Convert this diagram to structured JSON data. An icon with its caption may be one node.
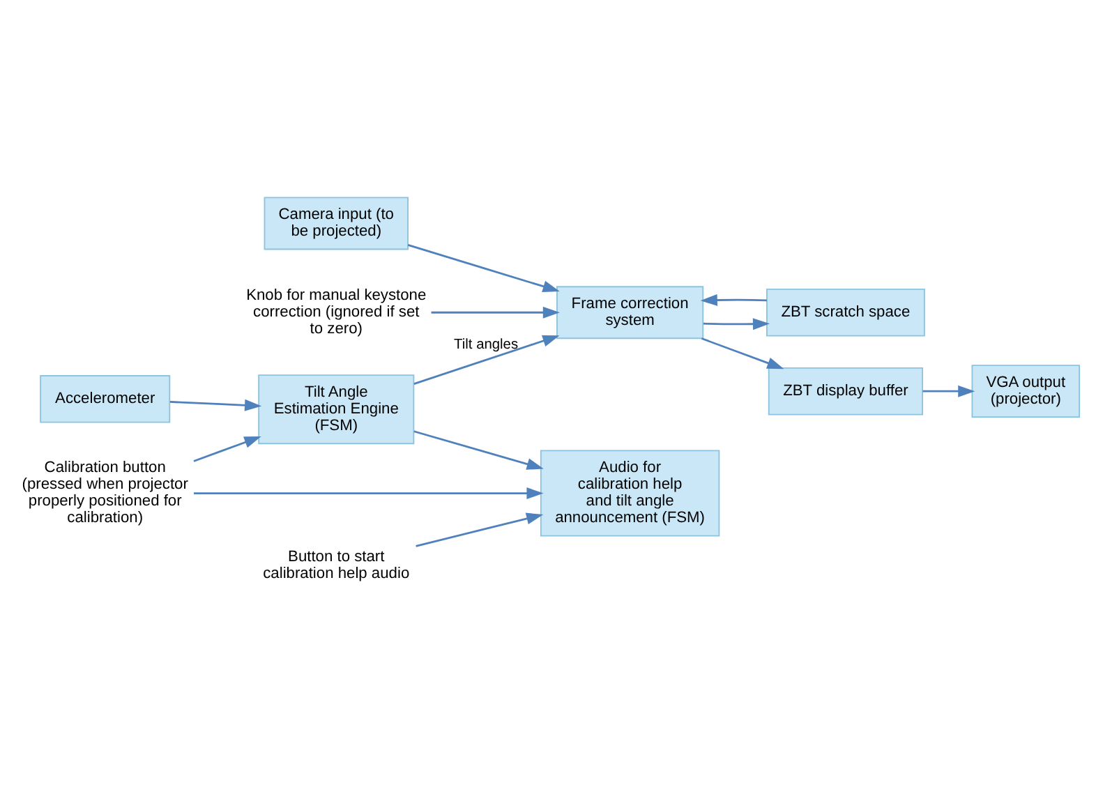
{
  "diagram": {
    "nodes": [
      {
        "text": [
          "Accelerometer"
        ]
      },
      {
        "text": [
          "Tilt Angle Estimation Engine (FSM)"
        ]
      },
      {
        "text": [
          "Camera input (to be projected)"
        ]
      },
      {
        "text": [
          "Calibration button (pressed when projector properly positioned for calibration)"
        ]
      },
      {
        "text": [
          "Frame correction system"
        ]
      },
      {
        "text": [
          "ZBT scratch space"
        ]
      },
      {
        "text": [
          "Audio for calibration help and tilt angle announcement (FSM)"
        ]
      },
      {
        "text": [
          "Button to start calibration help audio"
        ]
      },
      {
        "text": [
          "ZBT display buffer"
        ]
      },
      {
        "text": [
          "VGA output (projector)"
        ]
      },
      {
        "text": [
          "Knob for manual keystone correction (ignored if set to zero)"
        ]
      }
    ],
    "edges": [
      {
        "from": 0,
        "to": 1,
        "arrow": "to"
      },
      {
        "from": 3,
        "to": 1,
        "arrow": "to"
      },
      {
        "from": 3,
        "to": 6,
        "arrow": "to"
      },
      {
        "from": 1,
        "to": 4,
        "arrow": "to",
        "label": "Tilt angles"
      },
      {
        "from": 1,
        "to": 6,
        "arrow": "to"
      },
      {
        "from": 2,
        "to": 4,
        "arrow": "to"
      },
      {
        "from": 4,
        "to": 5,
        "arrow": "to"
      },
      {
        "from": 5,
        "to": 4,
        "arrow": "to"
      },
      {
        "from": 7,
        "to": 6,
        "arrow": "to"
      },
      {
        "from": 4,
        "to": 8,
        "arrow": "to"
      },
      {
        "from": 8,
        "to": 9,
        "arrow": "to"
      },
      {
        "from": 10,
        "to": 4,
        "arrow": "to"
      }
    ]
  }
}
